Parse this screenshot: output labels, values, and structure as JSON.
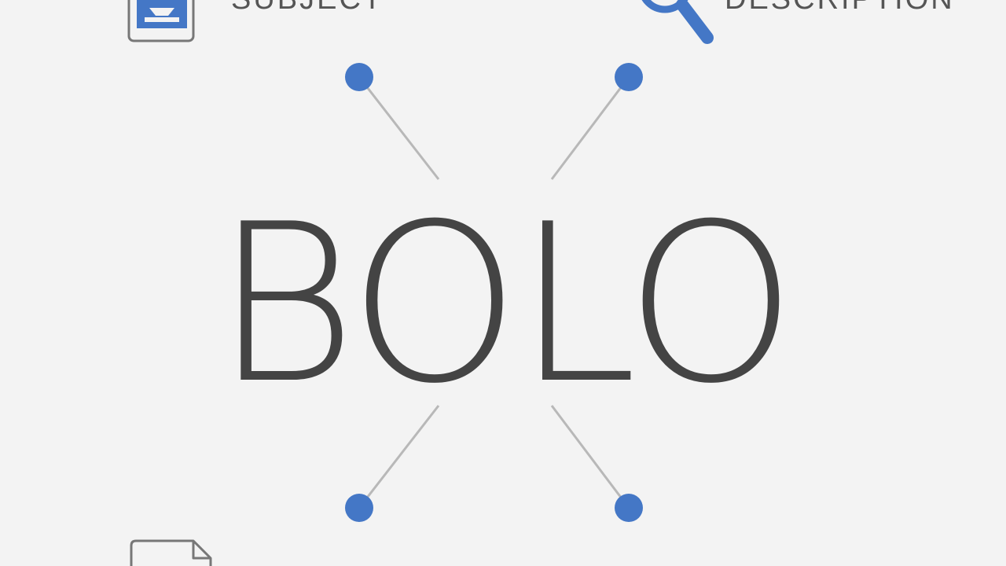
{
  "center_word": "BOLO",
  "labels": {
    "subject": "SUBJECT",
    "description": "DESCRIPTION"
  },
  "icons": {
    "subject_icon": "id-card-icon",
    "description_icon": "magnifier-icon",
    "document_icon": "document-icon"
  },
  "colors": {
    "accent": "#4477c6",
    "connector": "#b8b8b8",
    "text": "#444444",
    "background": "#f3f3f3"
  }
}
